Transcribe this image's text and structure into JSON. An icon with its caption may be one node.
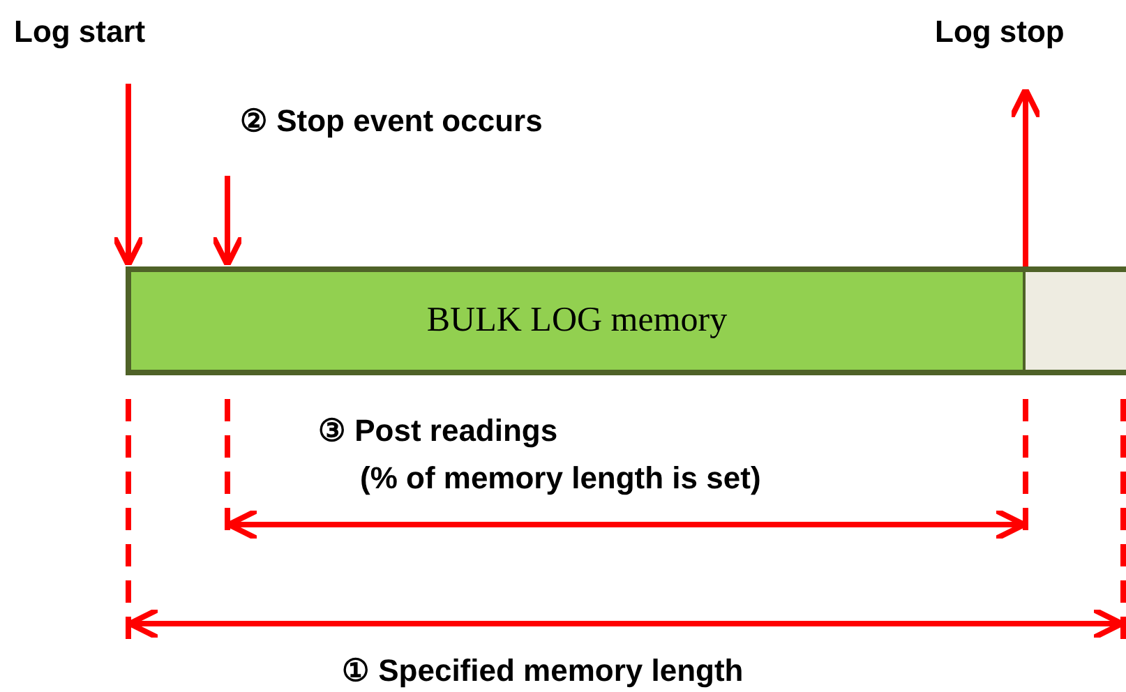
{
  "diagram": {
    "nodes": [
      {
        "text": [
          "BULK LOG memory"
        ]
      },
      {
        "text": [],
        "shape": "bar"
      }
    ],
    "labels": [
      "Log start",
      "Log stop",
      "② Stop event occurs",
      "③ Post readings",
      "(% of memory length is set)",
      "①  Specified memory length"
    ]
  }
}
